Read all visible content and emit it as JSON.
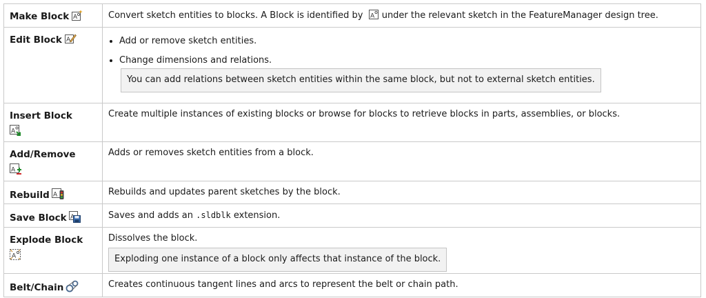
{
  "rows": [
    {
      "name": "Make Block",
      "icon": "make-block-icon",
      "desc_before": "Convert sketch entities to blocks. A Block is identified by",
      "desc_icon": "block-icon",
      "desc_after": "under the relevant sketch in the FeatureManager design tree."
    },
    {
      "name": "Edit Block",
      "icon": "edit-block-icon",
      "bullets": [
        "Add or remove sketch entities.",
        "Change dimensions and relations."
      ],
      "note": "You can add relations between sketch entities within the same block, but not to external sketch entities."
    },
    {
      "name": "Insert Block",
      "icon": "insert-block-icon",
      "desc": "Create multiple instances of existing blocks or browse for blocks to retrieve blocks in parts, assemblies, or blocks."
    },
    {
      "name": "Add/Remove",
      "icon": "add-remove-icon",
      "desc": "Adds or removes sketch entities from a block."
    },
    {
      "name": "Rebuild",
      "icon": "rebuild-icon",
      "desc": "Rebuilds and updates parent sketches by the block."
    },
    {
      "name": "Save Block",
      "icon": "save-block-icon",
      "desc_before": "Saves and adds an",
      "desc_code": ".sldblk",
      "desc_after": "extension."
    },
    {
      "name": "Explode Block",
      "icon": "explode-block-icon",
      "desc": "Dissolves the block.",
      "note": "Exploding one instance of a block only affects that instance of the block."
    },
    {
      "name": "Belt/Chain",
      "icon": "belt-chain-icon",
      "desc": "Creates continuous tangent lines and arcs to represent the belt or chain path."
    }
  ]
}
